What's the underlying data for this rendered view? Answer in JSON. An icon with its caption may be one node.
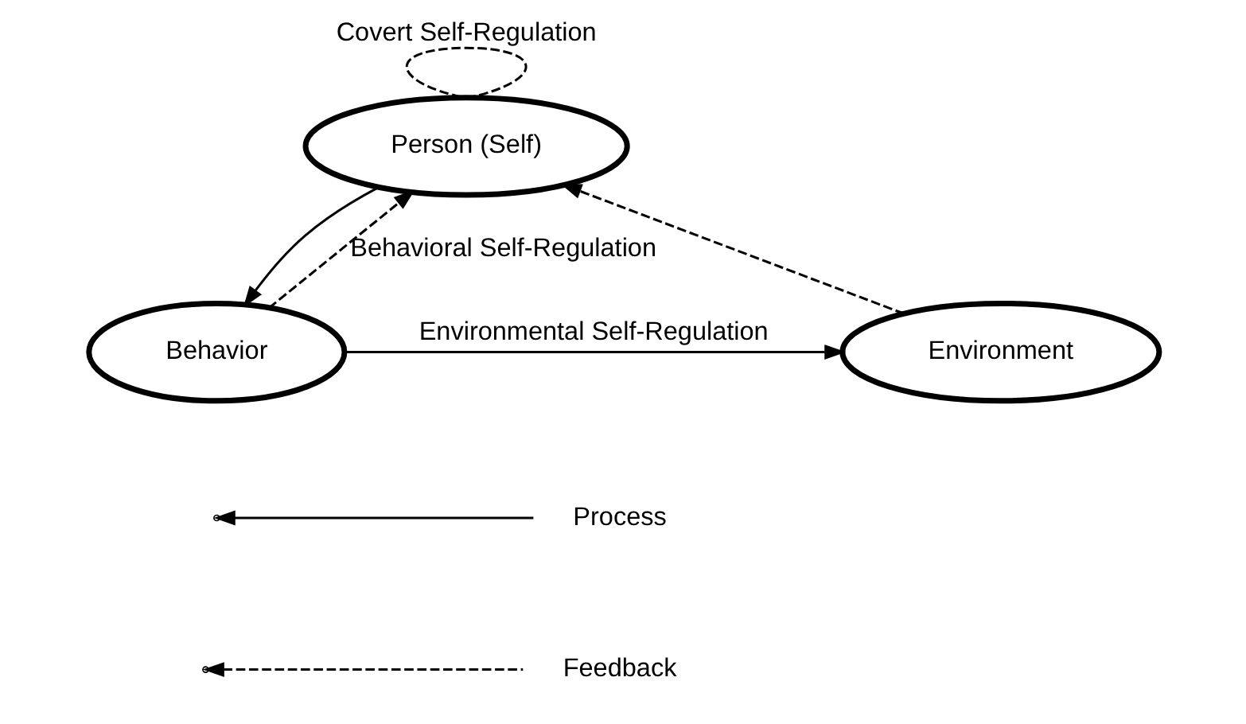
{
  "diagram": {
    "nodes": [
      {
        "text": [
          "Person (Self)"
        ]
      },
      {
        "text": [
          "Environment"
        ]
      },
      {
        "text": [
          "Behavior"
        ]
      }
    ],
    "edges": [
      {
        "from": 0,
        "to": 2,
        "arrow": "to"
      },
      {
        "from": 2,
        "to": 0,
        "arrow": "to",
        "style": "dashed",
        "label": "Behavioral Self-Regulation"
      },
      {
        "from": 0,
        "to": 0,
        "arrow": "none",
        "style": "dashed",
        "label": "Covert Self-Regulation"
      },
      {
        "from": 2,
        "to": 1,
        "arrow": "to",
        "label": "Environmental Self-Regulation"
      },
      {
        "from": 1,
        "to": 0,
        "arrow": "to",
        "style": "dashed"
      }
    ],
    "legend": [
      {
        "text": "Process"
      },
      {
        "text": "Feedback"
      }
    ]
  }
}
